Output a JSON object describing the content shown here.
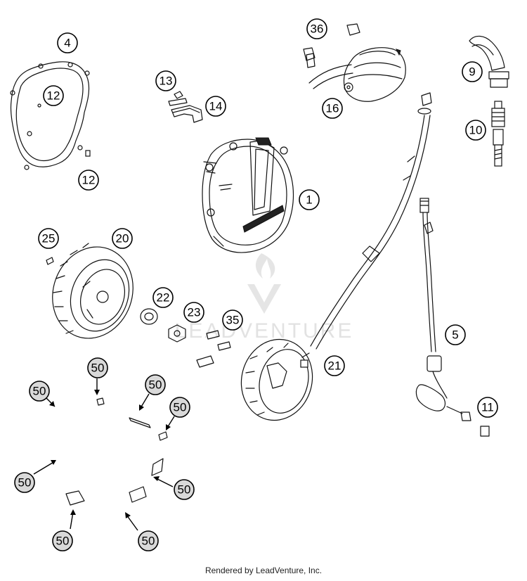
{
  "callouts": {
    "c1": "1",
    "c4": "4",
    "c5": "5",
    "c9": "9",
    "c10": "10",
    "c11": "11",
    "c12a": "12",
    "c12b": "12",
    "c13": "13",
    "c14": "14",
    "c16": "16",
    "c20": "20",
    "c21": "21",
    "c22": "22",
    "c23": "23",
    "c25": "25",
    "c35": "35",
    "c36": "36",
    "c50a": "50",
    "c50b": "50",
    "c50c": "50",
    "c50d": "50",
    "c50e": "50",
    "c50f": "50",
    "c50g": "50",
    "c50h": "50"
  },
  "watermark": {
    "text": "LEADVENTURE"
  },
  "footer": {
    "credit": "Rendered by LeadVenture, Inc."
  }
}
